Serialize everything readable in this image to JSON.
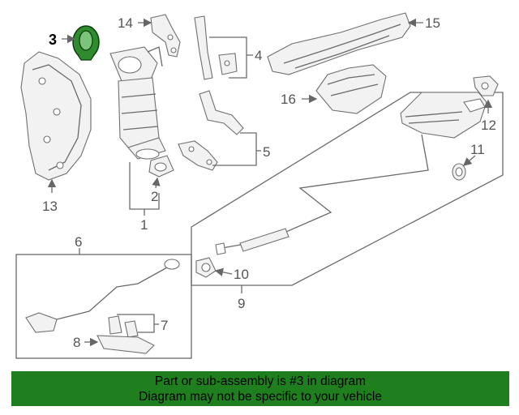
{
  "callouts": {
    "c1": "1",
    "c2": "2",
    "c3": "3",
    "c4": "4",
    "c5": "5",
    "c6": "6",
    "c7": "7",
    "c8": "8",
    "c9": "9",
    "c10": "10",
    "c11": "11",
    "c12": "12",
    "c13": "13",
    "c14": "14",
    "c15": "15",
    "c16": "16"
  },
  "highlight": {
    "callout": "3",
    "color": "#2e8b2e"
  },
  "banner": {
    "line1": "Part or sub-assembly is #3 in diagram",
    "line2": "Diagram may not be specific to your vehicle",
    "background": "#1f7f1f"
  }
}
